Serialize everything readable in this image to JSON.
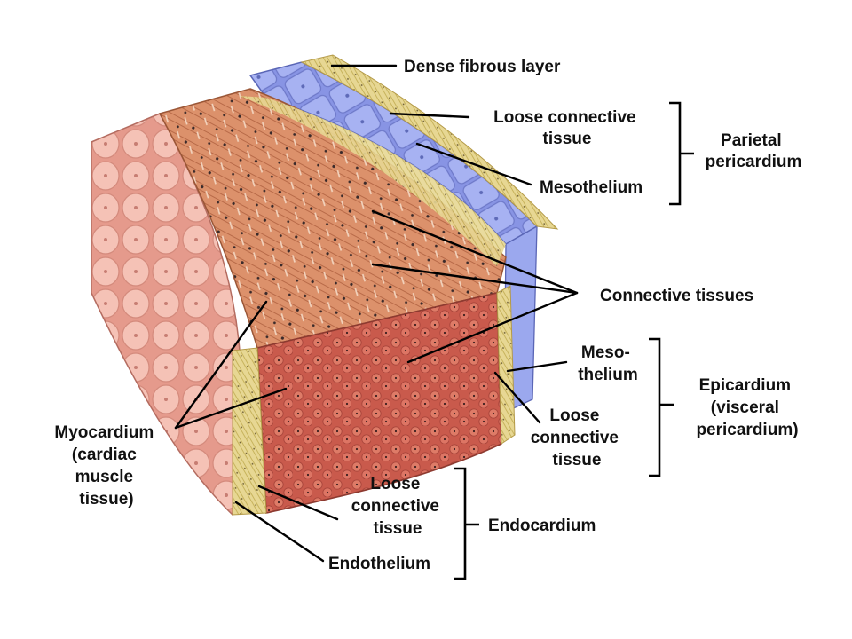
{
  "labels": {
    "dense_fibrous_layer": "Dense fibrous layer",
    "loose_connective_tissue_top": [
      "Loose connective",
      "tissue"
    ],
    "mesothelium_top": "Mesothelium",
    "parietal_pericardium": [
      "Parietal",
      "pericardium"
    ],
    "connective_tissues": "Connective tissues",
    "meso_thelium": [
      "Meso-",
      "thelium"
    ],
    "loose_connective_tissue_mid": [
      "Loose",
      "connective",
      "tissue"
    ],
    "epicardium": [
      "Epicardium",
      "(visceral",
      "pericardium)"
    ],
    "myocardium": [
      "Myocardium",
      "(cardiac",
      "muscle",
      "tissue)"
    ],
    "loose_connective_tissue_bottom": [
      "Loose",
      "connective",
      "tissue"
    ],
    "endocardium": "Endocardium",
    "endothelium": "Endothelium"
  },
  "colors": {
    "muscle_fiber": "#d98a62",
    "muscle_cut_face": "#d36b58",
    "mesothelium_cells": "#9aa6ea",
    "connective_tissue": "#e6d68c",
    "endocardium_cells": "#f0b3a5"
  }
}
